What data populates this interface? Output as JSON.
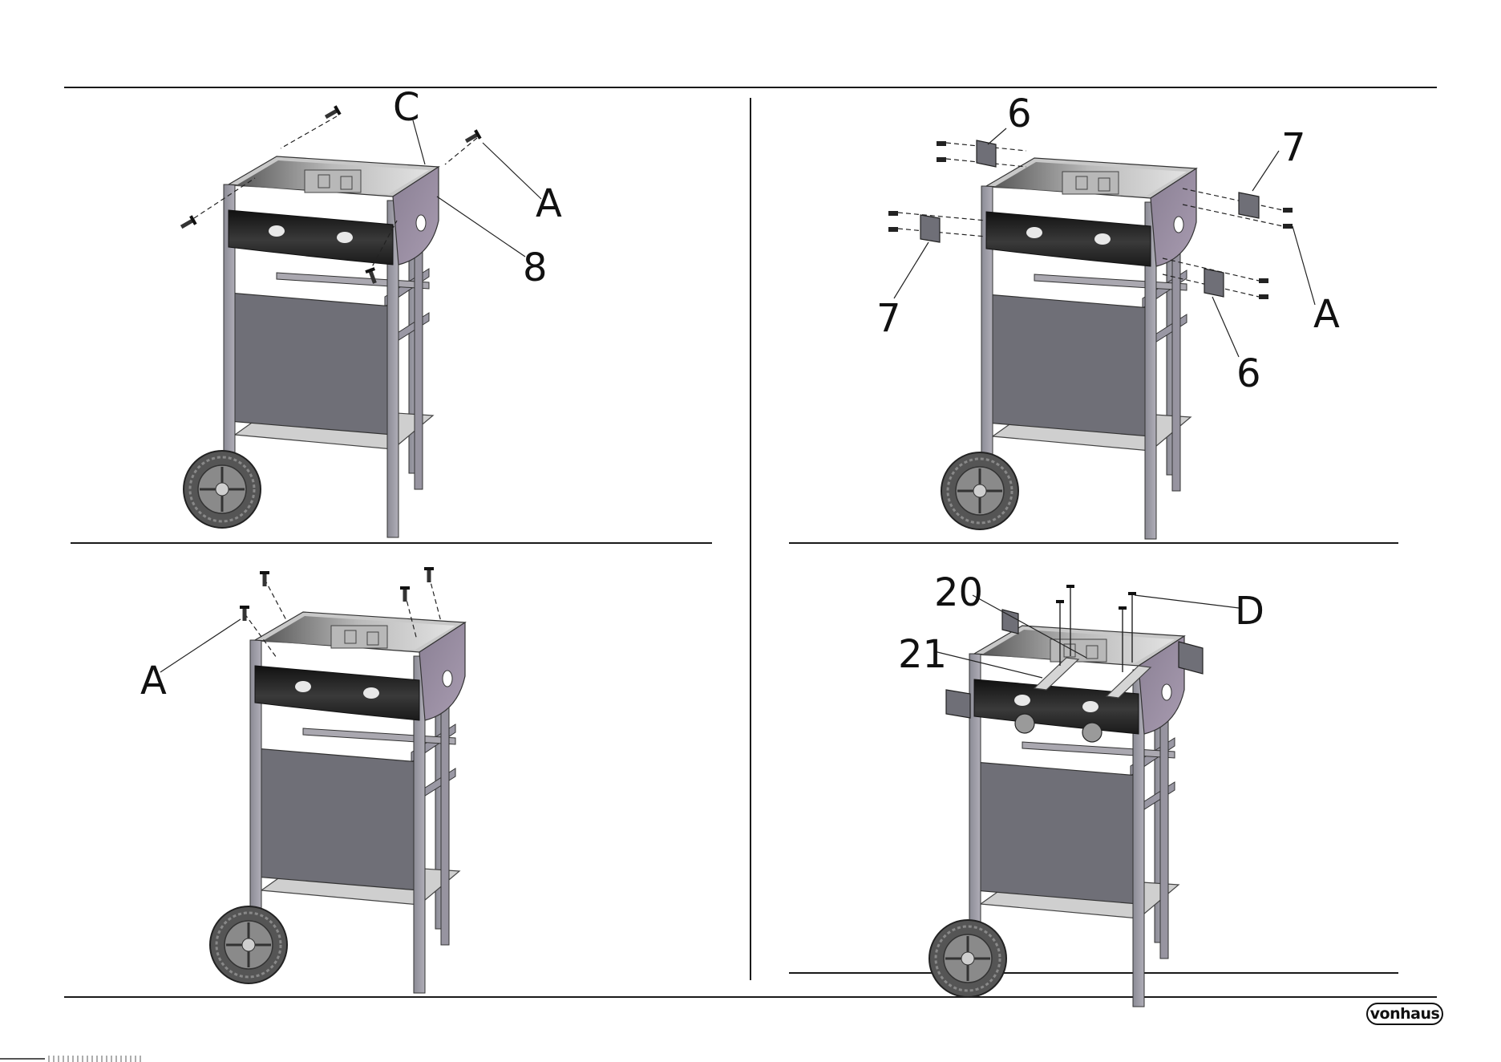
{
  "brand": {
    "logo_text": "vonhaus"
  },
  "panels": [
    {
      "id": "top-left",
      "labels": {
        "c": "C",
        "a": "A",
        "part8": "8"
      }
    },
    {
      "id": "top-right",
      "labels": {
        "part6_top": "6",
        "part7_right": "7",
        "part7_left": "7",
        "a": "A",
        "part6_bottom": "6"
      }
    },
    {
      "id": "bottom-left",
      "labels": {
        "a": "A"
      }
    },
    {
      "id": "bottom-right",
      "labels": {
        "part20": "20",
        "d": "D",
        "part21": "21"
      }
    }
  ]
}
